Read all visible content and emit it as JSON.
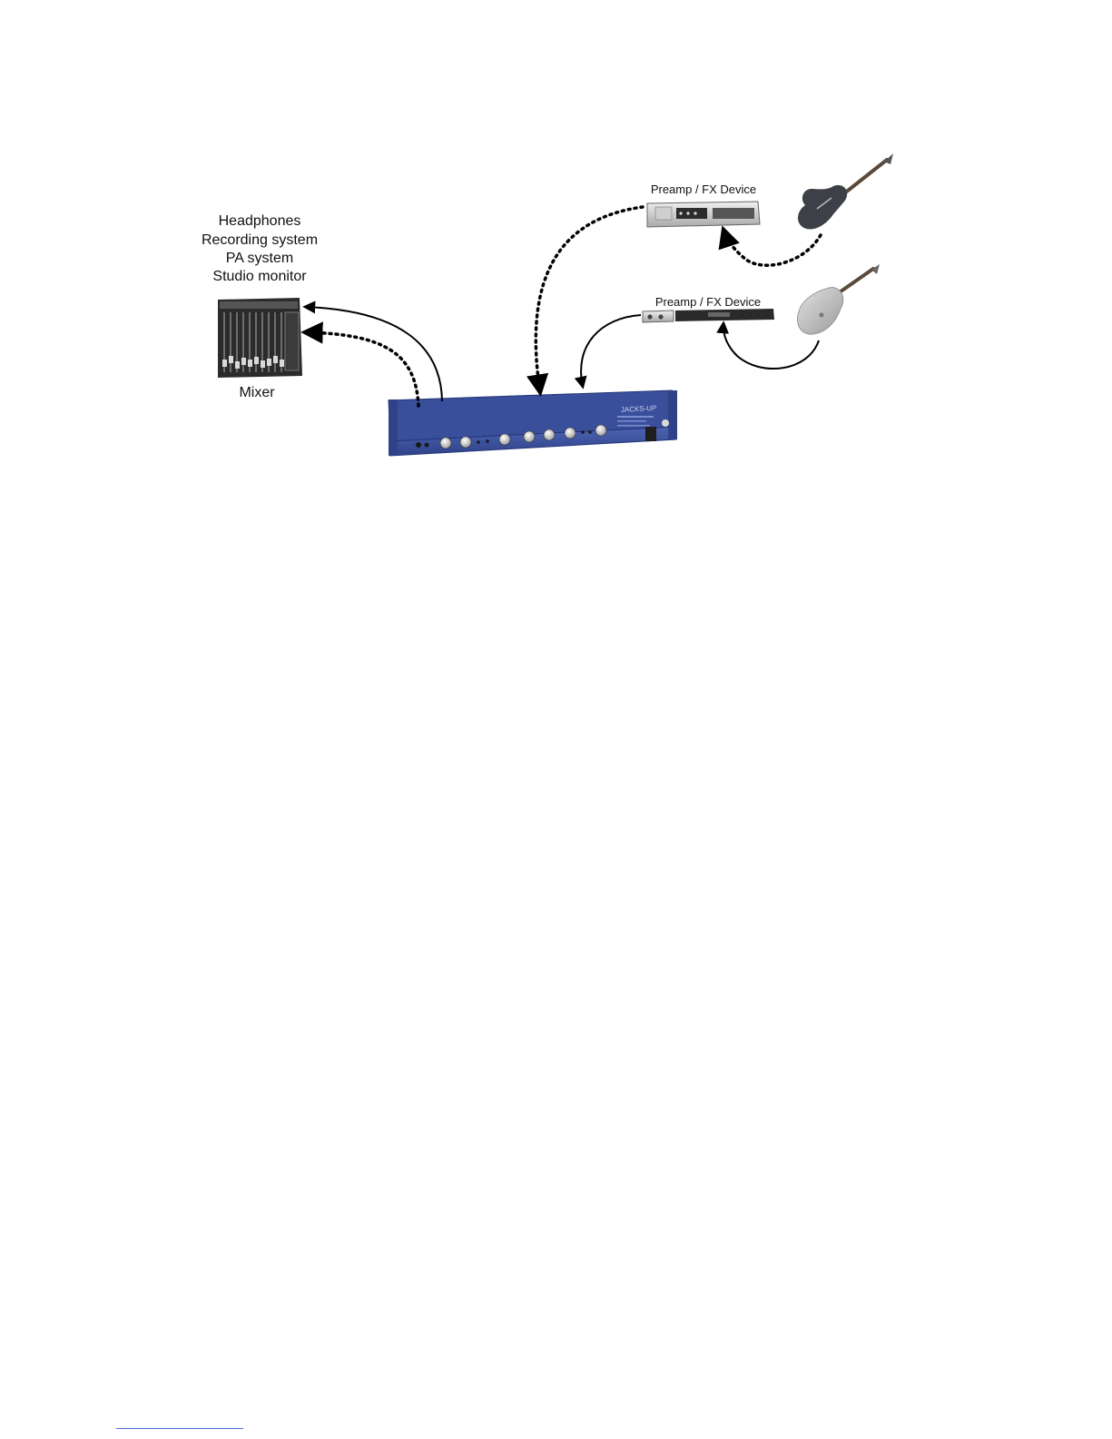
{
  "destinations": {
    "lines": [
      "Headphones",
      "Recording system",
      "PA system",
      "Studio monitor"
    ]
  },
  "mixer": {
    "label": "Mixer"
  },
  "preamp_top": {
    "label": "Preamp / FX Device"
  },
  "preamp_bottom": {
    "label": "Preamp / FX Device"
  },
  "colors": {
    "rack_blue": "#3a4f9c",
    "rack_dark": "#233676",
    "mixer_dark": "#2b2b2b",
    "guitar_dark": "#3d4047",
    "guitar_light": "#b9b9b9"
  }
}
